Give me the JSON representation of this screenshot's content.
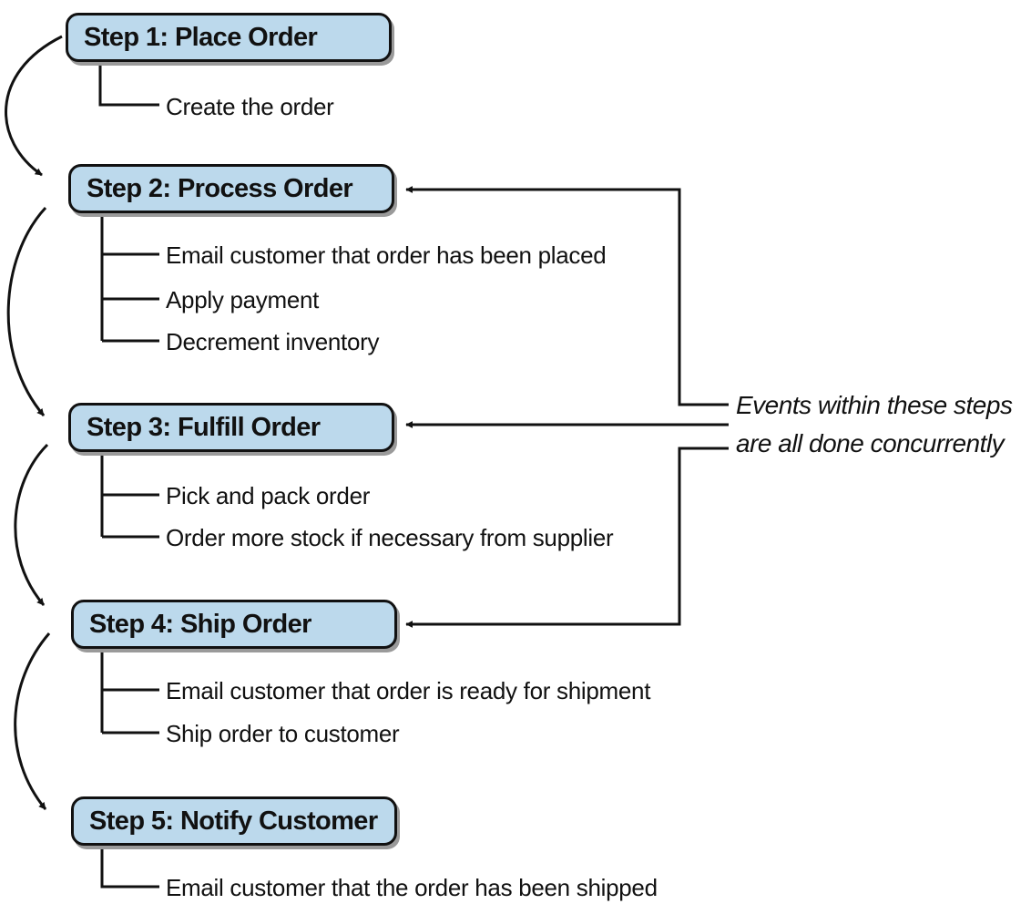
{
  "steps": [
    {
      "label": "Step 1: Place Order",
      "events": [
        "Create the order"
      ]
    },
    {
      "label": "Step 2: Process Order",
      "events": [
        "Email customer that order has been placed",
        "Apply payment",
        "Decrement inventory"
      ]
    },
    {
      "label": "Step 3: Fulfill Order",
      "events": [
        "Pick and pack order",
        "Order more stock if necessary from supplier"
      ]
    },
    {
      "label": "Step 4: Ship Order",
      "events": [
        "Email customer that order is ready for shipment",
        "Ship order to customer"
      ]
    },
    {
      "label": "Step 5: Notify Customer",
      "events": [
        "Email customer that the order has been shipped"
      ]
    }
  ],
  "note": {
    "lines": [
      "Events within these steps",
      "are all done concurrently"
    ]
  },
  "colors": {
    "box_fill": "#bcd9ec",
    "box_border": "#111111",
    "line": "#111111"
  }
}
